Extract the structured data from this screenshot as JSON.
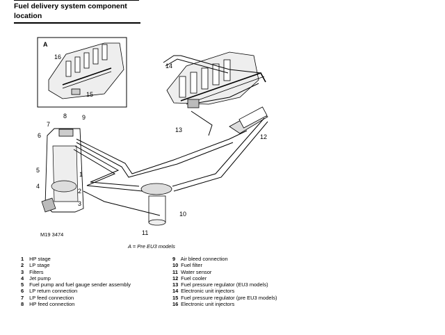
{
  "title": "Fuel delivery system component location",
  "figure_ref": "M19 3474",
  "caption": "A = Pre EU3 models",
  "inset_label": "A",
  "callouts": [
    "1",
    "2",
    "3",
    "4",
    "5",
    "6",
    "7",
    "8",
    "9",
    "10",
    "11",
    "12",
    "13",
    "14",
    "15",
    "16"
  ],
  "legend_left": [
    {
      "num": "1",
      "text": "HP stage"
    },
    {
      "num": "2",
      "text": "LP stage"
    },
    {
      "num": "3",
      "text": "Filters"
    },
    {
      "num": "4",
      "text": "Jet pump"
    },
    {
      "num": "5",
      "text": "Fuel pump and fuel gauge sender assembly"
    },
    {
      "num": "6",
      "text": "LP return connection"
    },
    {
      "num": "7",
      "text": "LP feed connection"
    },
    {
      "num": "8",
      "text": "HP feed connection"
    }
  ],
  "legend_right": [
    {
      "num": "9",
      "text": "Air bleed connection"
    },
    {
      "num": "10",
      "text": "Fuel filter"
    },
    {
      "num": "11",
      "text": "Water sensor"
    },
    {
      "num": "12",
      "text": "Fuel cooler"
    },
    {
      "num": "13",
      "text": "Fuel pressure regulator (EU3 models)"
    },
    {
      "num": "14",
      "text": "Electronic unit injectors"
    },
    {
      "num": "15",
      "text": "Fuel pressure regulator (pre EU3 models)"
    },
    {
      "num": "16",
      "text": "Electronic unit injectors"
    }
  ]
}
